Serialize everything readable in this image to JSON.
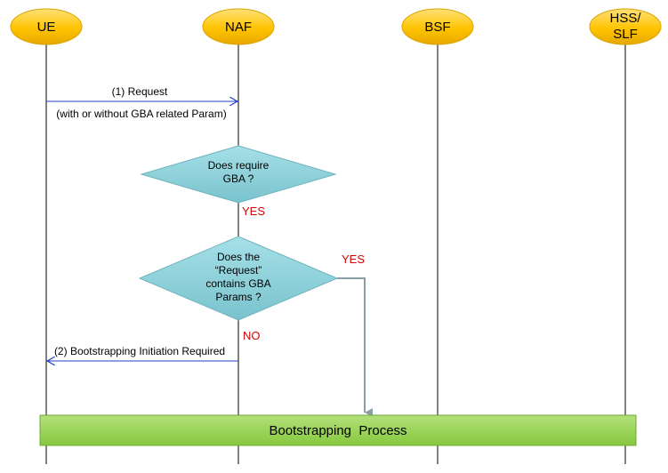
{
  "entities": [
    {
      "id": "ue",
      "lines": [
        "UE"
      ]
    },
    {
      "id": "naf",
      "lines": [
        "NAF"
      ]
    },
    {
      "id": "bsf",
      "lines": [
        "BSF"
      ]
    },
    {
      "id": "hss",
      "lines": [
        "HSS/",
        "SLF"
      ]
    }
  ],
  "messages": {
    "request_label": "(1) Request",
    "request_sublabel": "(with or without GBA related Param)",
    "bootstrap_required_label": "(2) Bootstrapping Initiation Required"
  },
  "decisions": {
    "d1_lines": [
      "Does require",
      "GBA ?"
    ],
    "d1_yes": "YES",
    "d2_lines": [
      "Does the",
      "“Request”",
      "contains GBA",
      "Params ?"
    ],
    "d2_yes": "YES",
    "d2_no": "NO"
  },
  "process": {
    "label": "Bootstrapping  Process"
  },
  "colors": {
    "entity_fill": "#ffc000",
    "decision_fill": "#8fd3dc",
    "process_fill": "#92d050",
    "arrow_blue": "#1f3fc7",
    "yes_no_red": "#d60000",
    "branch_gray": "#8a9ea6"
  }
}
